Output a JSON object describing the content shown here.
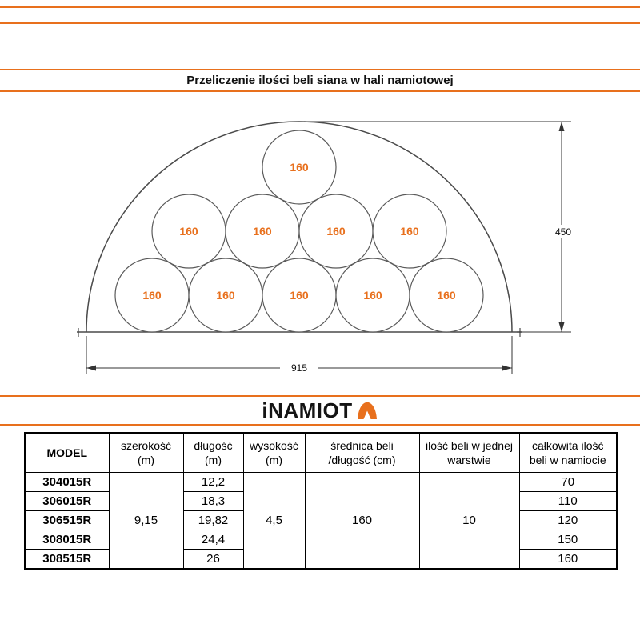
{
  "title": "Przeliczenie ilości beli siana w hali namiotowej",
  "logo": {
    "brand": "iNAMIOT"
  },
  "colors": {
    "accent": "#e8701d"
  },
  "diagram": {
    "bale_label": "160",
    "height_dim": "450",
    "width_dim": "915",
    "bale_count": 10
  },
  "table": {
    "headers": {
      "model": {
        "line1": "MODEL",
        "line2": ""
      },
      "szerokosc": {
        "line1": "szerokość",
        "line2": "(m)"
      },
      "dlugosc": {
        "line1": "długość",
        "line2": "(m)"
      },
      "wysokosc": {
        "line1": "wysokość",
        "line2": "(m)"
      },
      "srednica": {
        "line1": "średnica beli",
        "line2": "/długość (cm)"
      },
      "warstwa": {
        "line1": "ilość beli w jednej",
        "line2": "warstwie"
      },
      "total": {
        "line1": "całkowita ilość",
        "line2": "beli w namiocie"
      }
    },
    "shared": {
      "szerokosc": "9,15",
      "wysokosc": "4,5",
      "srednica": "160",
      "warstwa": "10"
    },
    "rows": [
      {
        "model": "304015R",
        "dlugosc": "12,2",
        "total": "70"
      },
      {
        "model": "306015R",
        "dlugosc": "18,3",
        "total": "110"
      },
      {
        "model": "306515R",
        "dlugosc": "19,82",
        "total": "120"
      },
      {
        "model": "308015R",
        "dlugosc": "24,4",
        "total": "150"
      },
      {
        "model": "308515R",
        "dlugosc": "26",
        "total": "160"
      }
    ]
  }
}
